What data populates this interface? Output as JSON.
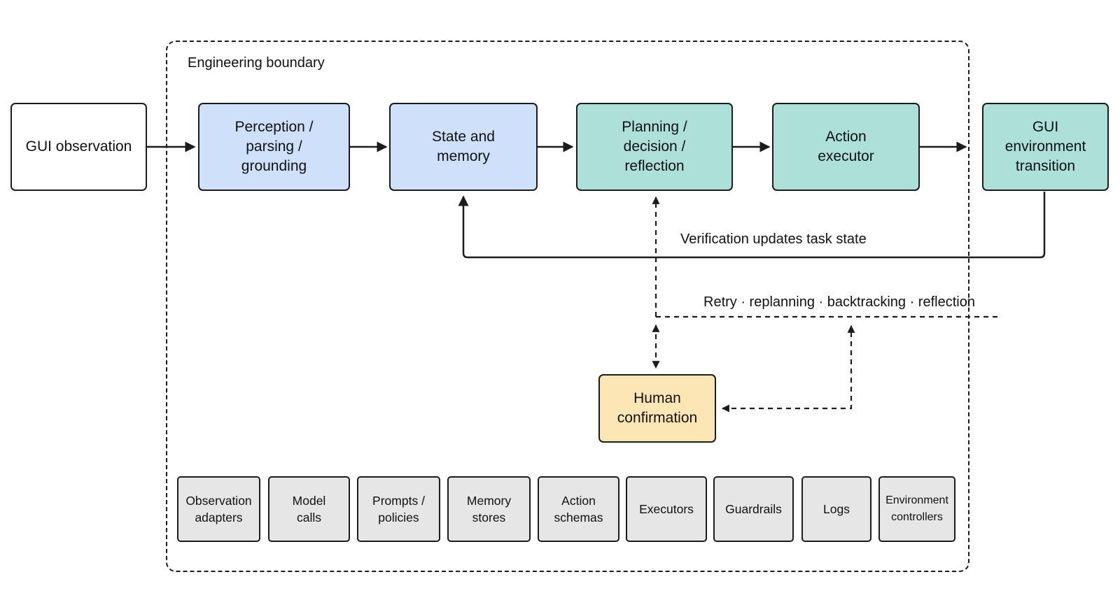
{
  "boundary": {
    "label": "Engineering boundary"
  },
  "nodes": {
    "gui_observation": {
      "label": "GUI observation",
      "fill": "#ffffff"
    },
    "perception": {
      "label": "Perception /\nparsing /\ngrounding",
      "fill": "#cfe0fb"
    },
    "state_memory": {
      "label": "State and\nmemory",
      "fill": "#cfe0fb"
    },
    "planning": {
      "label": "Planning /\ndecision /\nreflection",
      "fill": "#aee0da"
    },
    "action_executor": {
      "label": "Action\nexecutor",
      "fill": "#aee0da"
    },
    "gui_environment": {
      "label": "GUI\nenvironment\ntransition",
      "fill": "#aee0da"
    },
    "human_confirmation": {
      "label": "Human\nconfirmation",
      "fill": "#fde6b5"
    }
  },
  "edge_labels": {
    "verification": "Verification updates task state",
    "retry": "Retry · replanning · backtracking · reflection"
  },
  "components": [
    {
      "label": "Observation\nadapters"
    },
    {
      "label": "Model\ncalls"
    },
    {
      "label": "Prompts /\npolicies"
    },
    {
      "label": "Memory\nstores"
    },
    {
      "label": "Action\nschemas"
    },
    {
      "label": "Executors"
    },
    {
      "label": "Guardrails"
    },
    {
      "label": "Logs"
    },
    {
      "label": "Environment\ncontrollers"
    }
  ],
  "colors": {
    "stroke": "#1c1c1c",
    "component_fill": "#e6e6e6"
  }
}
